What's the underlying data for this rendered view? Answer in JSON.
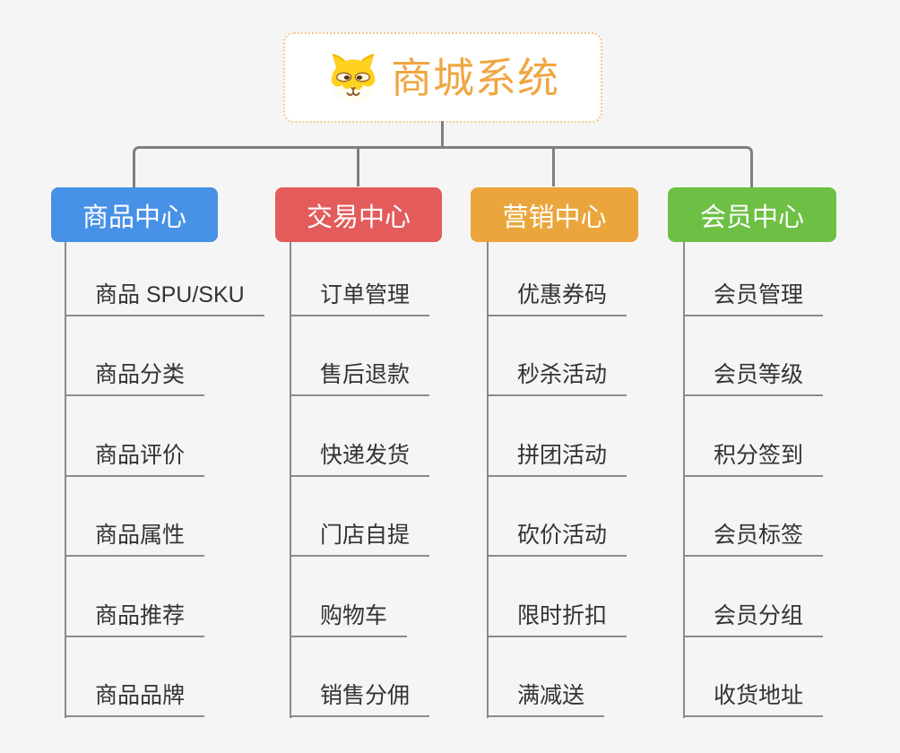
{
  "root": {
    "title": "商城系统",
    "icon": "dog-face-icon"
  },
  "branches": [
    {
      "label": "商品中心",
      "color": "#4791E6",
      "children": [
        "商品 SPU/SKU",
        "商品分类",
        "商品评价",
        "商品属性",
        "商品推荐",
        "商品品牌"
      ]
    },
    {
      "label": "交易中心",
      "color": "#E45B5B",
      "children": [
        "订单管理",
        "售后退款",
        "快递发货",
        "门店自提",
        "购物车",
        "销售分佣"
      ]
    },
    {
      "label": "营销中心",
      "color": "#EAA63C",
      "children": [
        "优惠券码",
        "秒杀活动",
        "拼团活动",
        "砍价活动",
        "限时折扣",
        "满减送"
      ]
    },
    {
      "label": "会员中心",
      "color": "#6EC044",
      "children": [
        "会员管理",
        "会员等级",
        "积分签到",
        "会员标签",
        "会员分组",
        "收货地址"
      ]
    }
  ],
  "colors": {
    "background": "#F5F5F5",
    "connector": "#7F7F7F",
    "leaf_line": "#8B8B8B",
    "leaf_text": "#333333",
    "header_text": "#FFFFFF",
    "root_text": "#F0A642",
    "root_border": "#F1C88C"
  }
}
